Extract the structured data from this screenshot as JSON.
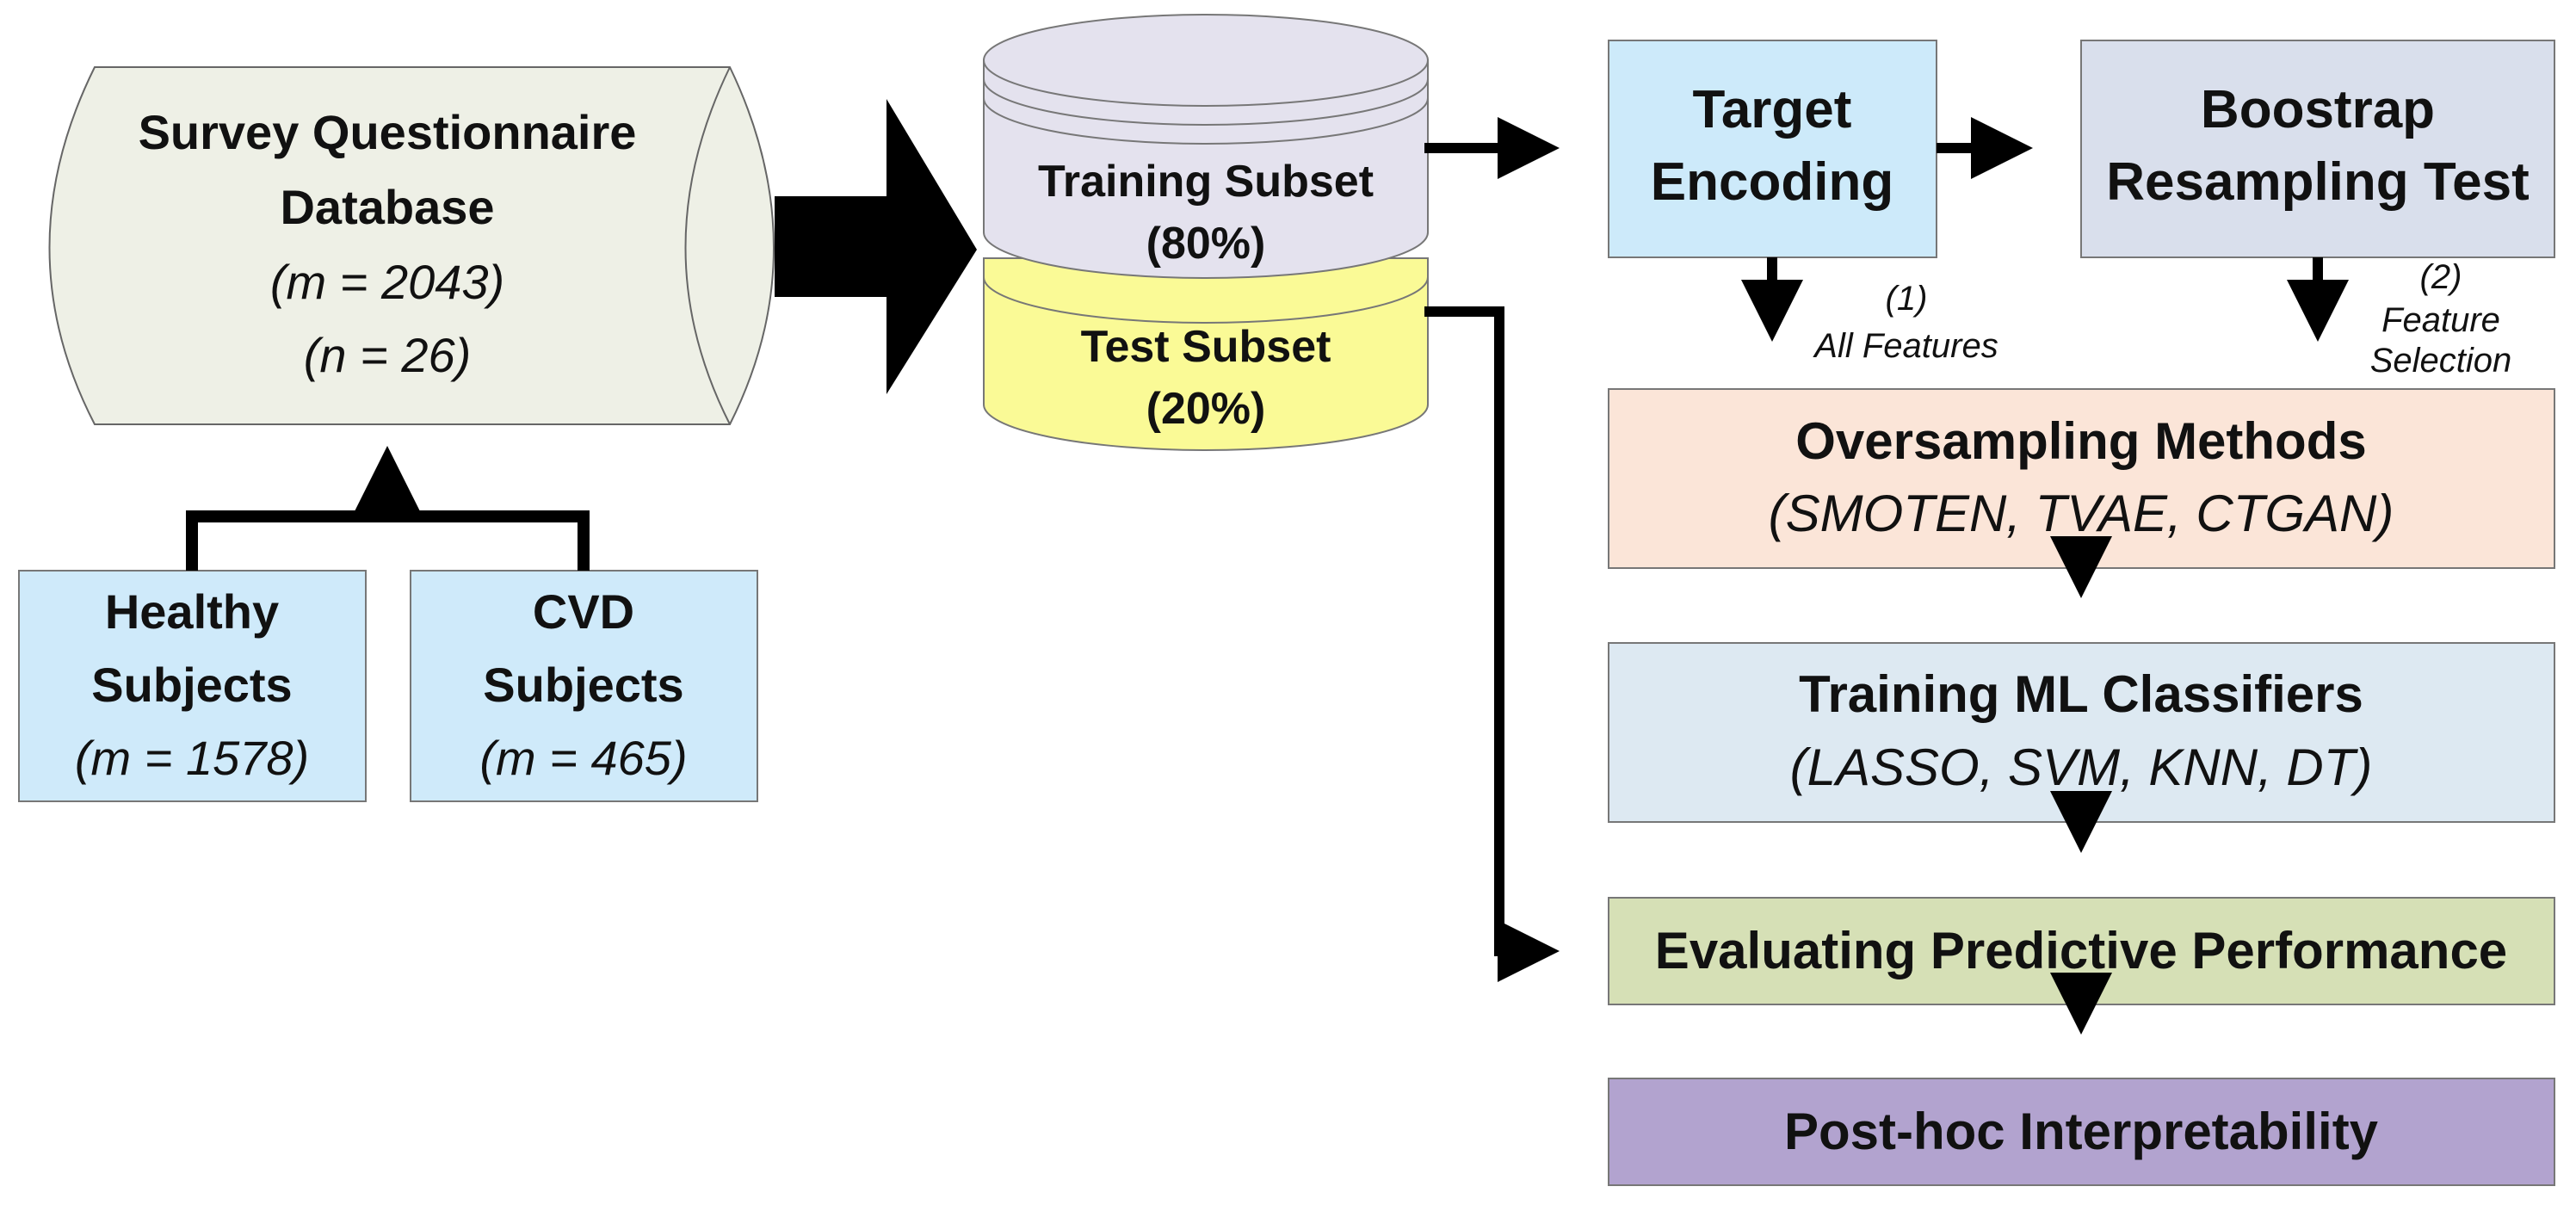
{
  "database": {
    "title_line1": "Survey Questionnaire",
    "title_line2": "Database",
    "m": "(m = 2043)",
    "n": "(n = 26)"
  },
  "healthy": {
    "line1": "Healthy",
    "line2": "Subjects",
    "m": "(m = 1578)"
  },
  "cvd": {
    "line1": "CVD",
    "line2": "Subjects",
    "m": "(m = 465)"
  },
  "training_subset": {
    "line1": "Training Subset",
    "line2": "(80%)"
  },
  "test_subset": {
    "line1": "Test Subset",
    "line2": "(20%)"
  },
  "target_encoding": {
    "line1": "Target",
    "line2": "Encoding"
  },
  "bootstrap": {
    "line1": "Boostrap",
    "line2": "Resampling Test"
  },
  "label_all_features": {
    "num": "(1)",
    "text": "All Features"
  },
  "label_feature_selection": {
    "num": "(2)",
    "line1": "Feature",
    "line2": "Selection"
  },
  "oversampling": {
    "title": "Oversampling Methods",
    "methods": "(SMOTEN, TVAE, CTGAN)"
  },
  "training_ml": {
    "title": "Training ML Classifiers",
    "methods": "(LASSO, SVM, KNN, DT)"
  },
  "evaluating": {
    "title": "Evaluating Predictive Performance"
  },
  "posthoc": {
    "title": "Post-hoc Interpretability"
  },
  "colors": {
    "database_fill": "#eef0e6",
    "subject_fill": "#cfeafa",
    "training_fill": "#e4e2ee",
    "test_fill": "#fafa96",
    "encoding_fill": "#cdeafa",
    "bootstrap_fill": "#d9dfec",
    "oversampling_fill": "#fbe5d8",
    "training_ml_fill": "#dde9f2",
    "evaluating_fill": "#d6e0b6",
    "posthoc_fill": "#b2a3cf"
  }
}
